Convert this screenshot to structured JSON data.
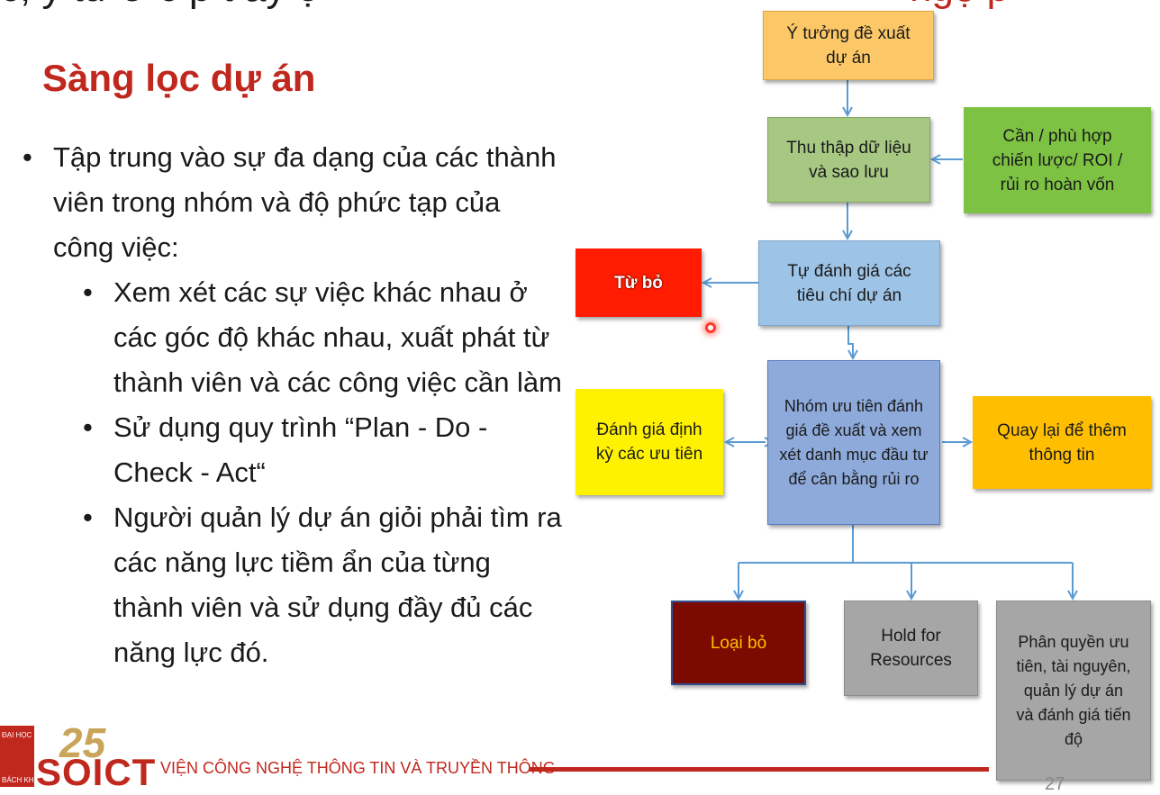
{
  "slide": {
    "cut_title_black": "c, ý tư ở c p t ây ọ",
    "cut_title_red": "ngộ p",
    "heading": "Sàng lọc dự án",
    "bullet_1": "Tập trung vào sự đa dạng của các thành viên trong nhóm và độ phức tạp của công việc:",
    "sub_bullets": [
      "Xem xét các sự việc khác nhau ở các góc độ khác nhau, xuất phát từ thành viên và các công việc cần làm",
      "Sử dụng quy trình “Plan - Do - Check - Act“",
      "Người quản lý dự án giỏi phải tìm ra các năng lực tiềm ẩn của từng thành viên và sử dụng đầy đủ các năng lực đó."
    ],
    "page_number": "27"
  },
  "flowchart": {
    "idea": "Ý tưởng đề xuất dự án",
    "collect": "Thu thập dữ liệu và sao lưu",
    "need": "Cần / phù hợp chiến lược/ ROI / rủi ro hoàn vốn",
    "self_assess": "Tự đánh giá các tiêu chí dự án",
    "reject": "Từ bỏ",
    "priority_group": "Nhóm ưu tiên đánh giá đề xuất và xem xét danh mục đầu tư để cân bằng rủi ro",
    "periodic": "Đánh giá định kỳ các ưu tiên",
    "back": "Quay lại để thêm thông tin",
    "remove": "Loại bỏ",
    "hold": "Hold for Resources",
    "assign": "Phân quyền ưu tiên, tài nguyên, quản lý dự án và đánh giá tiến độ"
  },
  "footer": {
    "logo_top": "ĐẠI HỌC",
    "logo_bottom": "BÁCH KHOA",
    "logo_number": "25",
    "logo_name": "SOICT",
    "institute": "VIỆN CÔNG NGHỆ THÔNG TIN VÀ TRUYỀN THÔNG"
  },
  "colors": {
    "heading_red": "#c0281e",
    "idea": "#fcc867",
    "collect": "#a6c883",
    "need": "#7dc242",
    "assess": "#9dc3e6",
    "reject": "#ff1c00",
    "periodic": "#fff200",
    "back": "#ffbf00",
    "remove": "#7b0a00",
    "gray": "#a6a6a6",
    "arrow": "#5b9bd5"
  }
}
